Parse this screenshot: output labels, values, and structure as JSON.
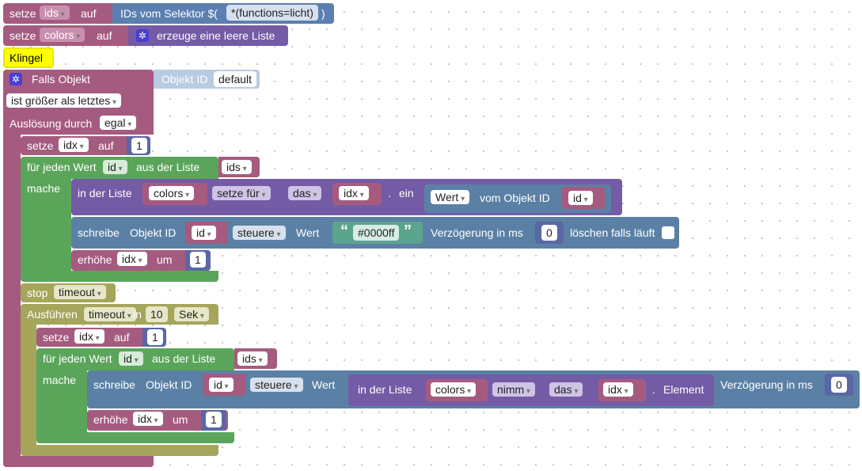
{
  "row1": {
    "setze": "setze",
    "var": "ids",
    "auf": "auf",
    "selector": "IDs vom Selektor $(",
    "selector_value": "*(functions=licht)",
    "close": ")"
  },
  "row2": {
    "setze": "setze",
    "var": "colors",
    "auf": "auf",
    "list": "erzeuge eine leere Liste"
  },
  "comment": "Klingel",
  "trigger": {
    "falls": "Falls Objekt",
    "objekt_id": "Objekt ID",
    "objekt_value": "default",
    "condition": "ist größer als letztes",
    "ausloesung": "Auslösung durch",
    "ausloesung_value": "egal"
  },
  "set_idx1": {
    "setze": "setze",
    "var": "idx",
    "auf": "auf",
    "value": "1"
  },
  "loop1": {
    "label": "für jeden Wert",
    "var": "id",
    "aus": "aus der Liste",
    "list": "ids",
    "mache": "mache",
    "inlist": {
      "label": "in der Liste",
      "list": "colors",
      "mode": "setze für",
      "where": "das",
      "index": "idx",
      "dot": ".",
      "ein": "ein",
      "wert": "Wert",
      "vom": "vom Objekt ID",
      "id": "id"
    },
    "write": {
      "label": "schreibe",
      "objid": "Objekt ID",
      "id": "id",
      "mode": "steuere",
      "wert": "Wert",
      "quote_open": "“",
      "value": "#0000ff",
      "quote_close": "”",
      "delay": "Verzögerung in ms",
      "delay_value": "0",
      "clear": "löschen falls läuft"
    },
    "inc": {
      "label": "erhöhe",
      "var": "idx",
      "um": "um",
      "value": "1"
    }
  },
  "stop": {
    "label": "stop",
    "var": "timeout"
  },
  "timer": {
    "label": "Ausführen",
    "var": "timeout",
    "in": "in",
    "value": "10",
    "unit": "Sek"
  },
  "set_idx2": {
    "setze": "setze",
    "var": "idx",
    "auf": "auf",
    "value": "1"
  },
  "loop2": {
    "label": "für jeden Wert",
    "var": "id",
    "aus": "aus der Liste",
    "list": "ids",
    "mache": "mache",
    "write": {
      "label": "schreibe",
      "objid": "Objekt ID",
      "id": "id",
      "mode": "steuere",
      "wert": "Wert",
      "inlist": "in der Liste",
      "list": "colors",
      "op": "nimm",
      "where": "das",
      "index": "idx",
      "dot": ".",
      "element": "Element",
      "delay": "Verzögerung in ms",
      "delay_value": "0"
    },
    "inc": {
      "label": "erhöhe",
      "var": "idx",
      "um": "um",
      "value": "1"
    }
  }
}
